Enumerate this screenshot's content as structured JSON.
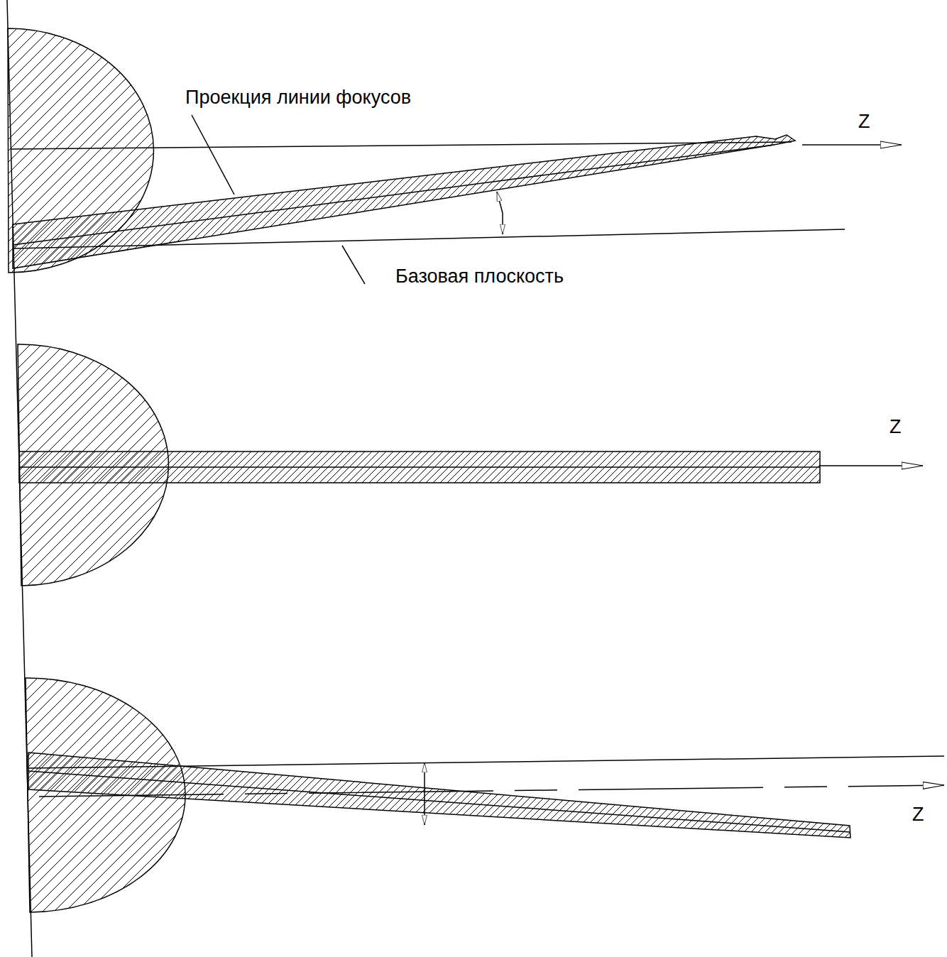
{
  "diagram": {
    "labels": [
      "Проекция линии фокусов",
      "Базовая плоскость",
      "Z",
      "Z",
      "Z"
    ]
  }
}
